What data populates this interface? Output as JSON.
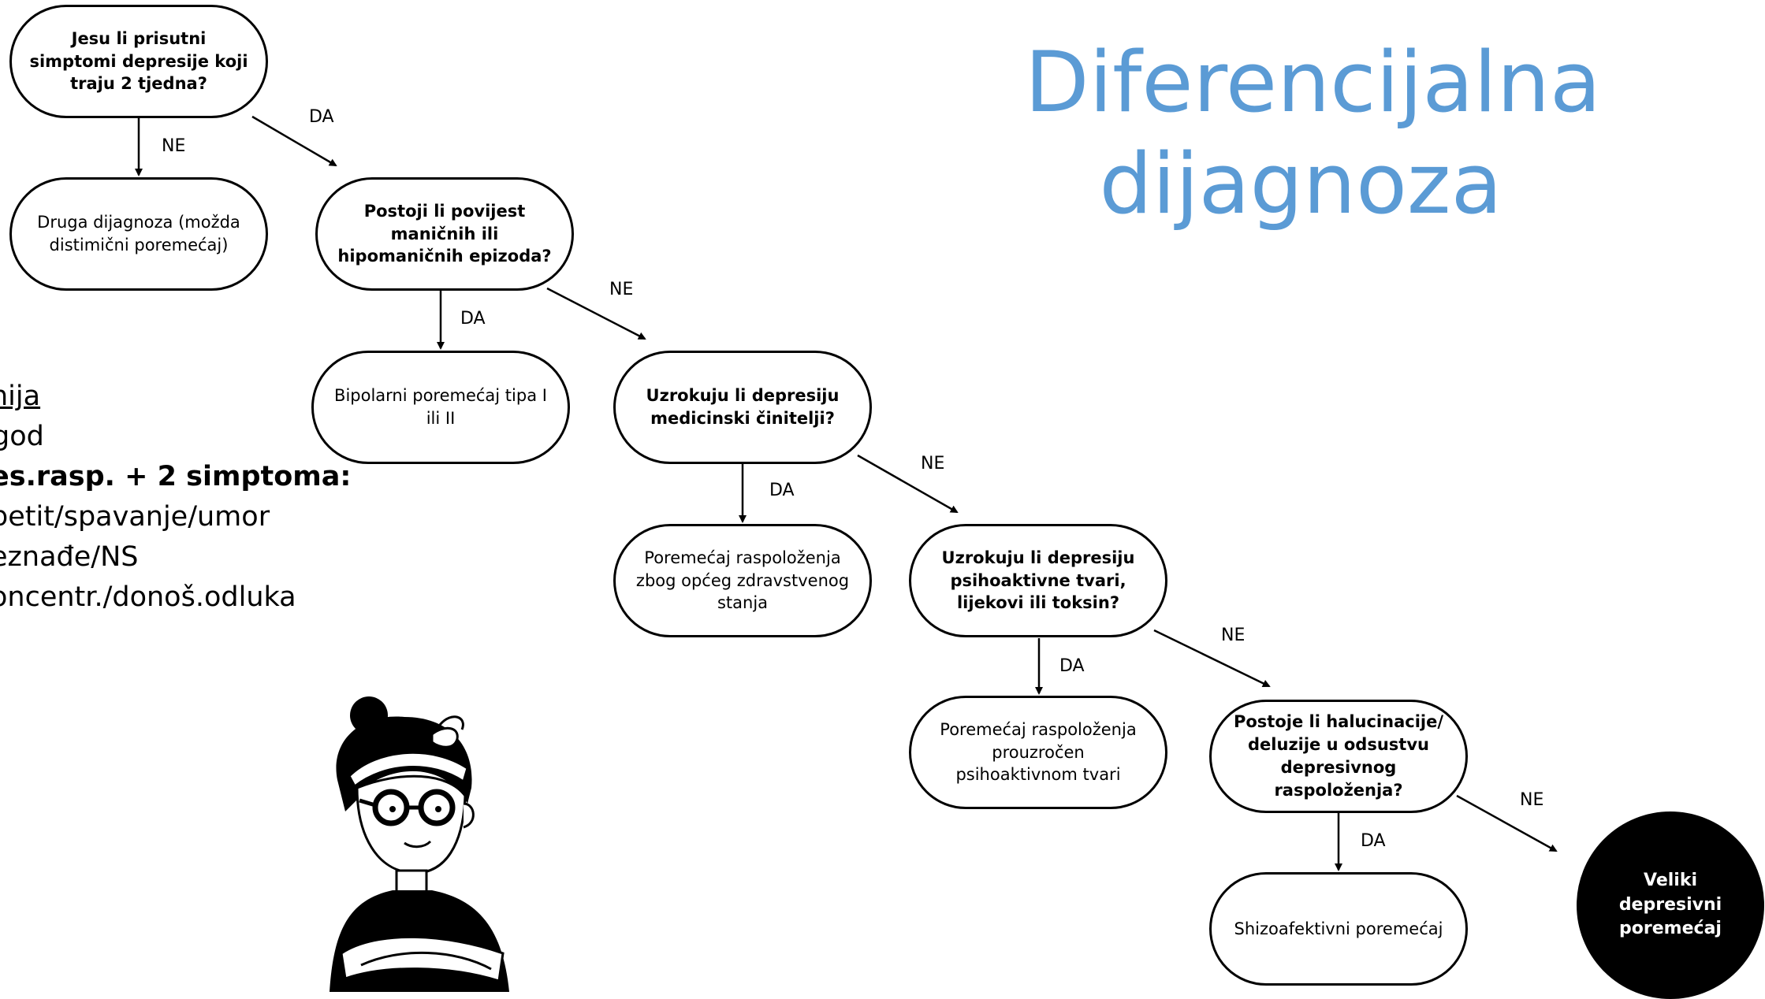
{
  "title": "Diferencijalna dijagnoza",
  "side_notes": [
    "nija",
    "god",
    "es.rasp. + 2 simptoma:",
    "petit/spavanje/umor",
    "eznađe/NS",
    "oncentr./donoš.odluka"
  ],
  "nodes": {
    "q1": "Jesu li prisutni simptomi depresije koji traju 2 tjedna?",
    "r1": "Druga dijagnoza (možda distimični poremećaj)",
    "q2": "Postoji li povijest maničnih ili hipomaničnih epizoda?",
    "r2": "Bipolarni poremećaj tipa I ili II",
    "q3": "Uzrokuju li depresiju medicinski činitelji?",
    "r3": "Poremećaj raspoloženja zbog općeg zdravstvenog stanja",
    "q4": "Uzrokuju li depresiju psihoaktivne tvari, lijekovi ili toksin?",
    "r4": "Poremećaj raspoloženja prouzročen psihoaktivnom tvari",
    "q5": "Postoje li halucinacije/ deluzije u odsustvu depresivnog raspoloženja?",
    "r5": "Shizoafektivni poremećaj",
    "final": "Veliki depresivni poremećaj"
  },
  "edge_labels": {
    "yes": "DA",
    "no": "NE"
  },
  "colors": {
    "title": "#5b9bd5",
    "final_fill": "#000000"
  },
  "icons": [
    "person-illustration"
  ]
}
